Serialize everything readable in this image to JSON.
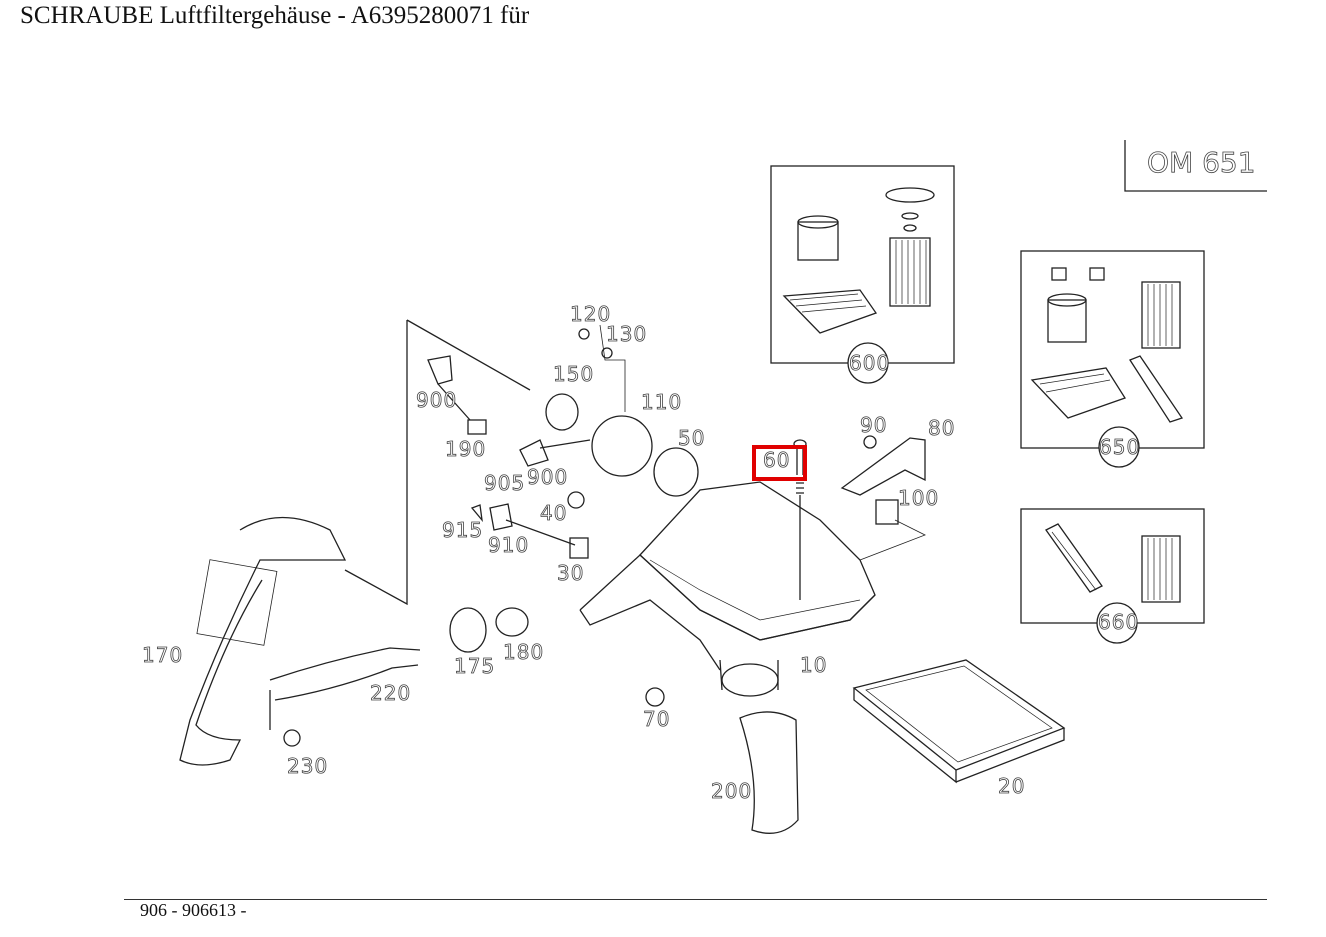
{
  "title": "SCHRAUBE Luftfiltergehäuse - A6395280071 für",
  "engine_label": "OM 651",
  "highlighted_part": "60",
  "footer": "906 - 906613 -",
  "accent_color": "#e00000",
  "callouts": {
    "p120": "120",
    "p130": "130",
    "p150": "150",
    "p110": "110",
    "p900a": "900",
    "p190": "190",
    "p50": "50",
    "p905": "905",
    "p900b": "900",
    "p40": "40",
    "p915": "915",
    "p910": "910",
    "p30": "30",
    "p60": "60",
    "p90": "90",
    "p80": "80",
    "p100": "100",
    "p600": "600",
    "p650": "650",
    "p660": "660",
    "p170": "170",
    "p175": "175",
    "p180": "180",
    "p220": "220",
    "p230": "230",
    "p10": "10",
    "p70": "70",
    "p200": "200",
    "p20": "20"
  }
}
